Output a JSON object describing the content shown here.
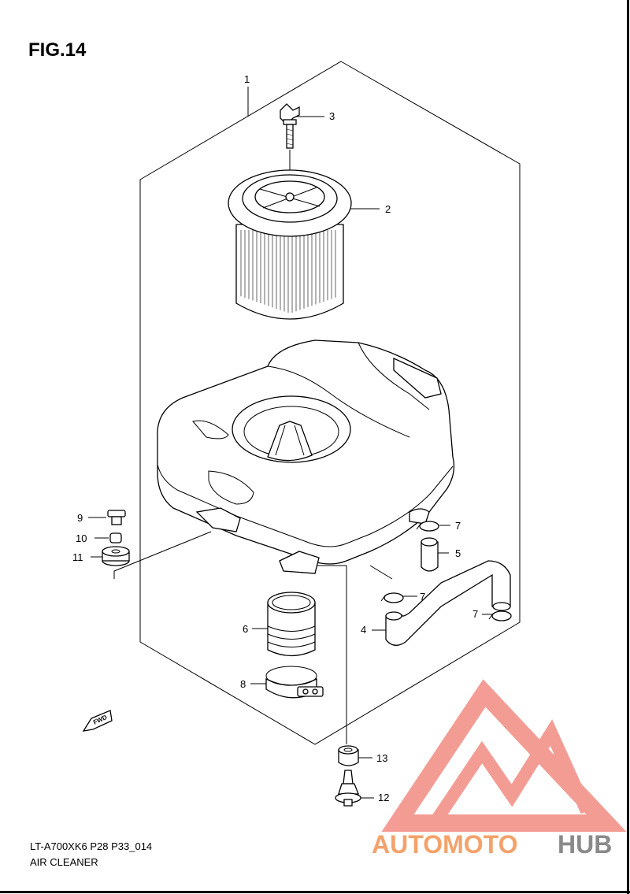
{
  "figure": {
    "title": "FIG.14",
    "model_code": "LT-A700XK6 P28 P33_014",
    "assembly_name": "AIR CLEANER"
  },
  "callouts": [
    {
      "id": "c1",
      "text": "1"
    },
    {
      "id": "c2",
      "text": "2"
    },
    {
      "id": "c3",
      "text": "3"
    },
    {
      "id": "c4",
      "text": "4"
    },
    {
      "id": "c5",
      "text": "5"
    },
    {
      "id": "c6",
      "text": "6"
    },
    {
      "id": "c7a",
      "text": "7"
    },
    {
      "id": "c7b",
      "text": "7"
    },
    {
      "id": "c7c",
      "text": "7"
    },
    {
      "id": "c8",
      "text": "8"
    },
    {
      "id": "c9",
      "text": "9"
    },
    {
      "id": "c10",
      "text": "10"
    },
    {
      "id": "c11",
      "text": "11"
    },
    {
      "id": "c12",
      "text": "12"
    },
    {
      "id": "c13",
      "text": "13"
    }
  ],
  "direction_marker": {
    "text": "FWD",
    "icon": "fwd-arrow-icon"
  },
  "watermark": {
    "word_part1": "AUTOMOTO",
    "word_part2": "HUB",
    "color_primary": "#f4a26a",
    "color_secondary": "#8a8a8a",
    "logo_color": "#f28b82"
  }
}
